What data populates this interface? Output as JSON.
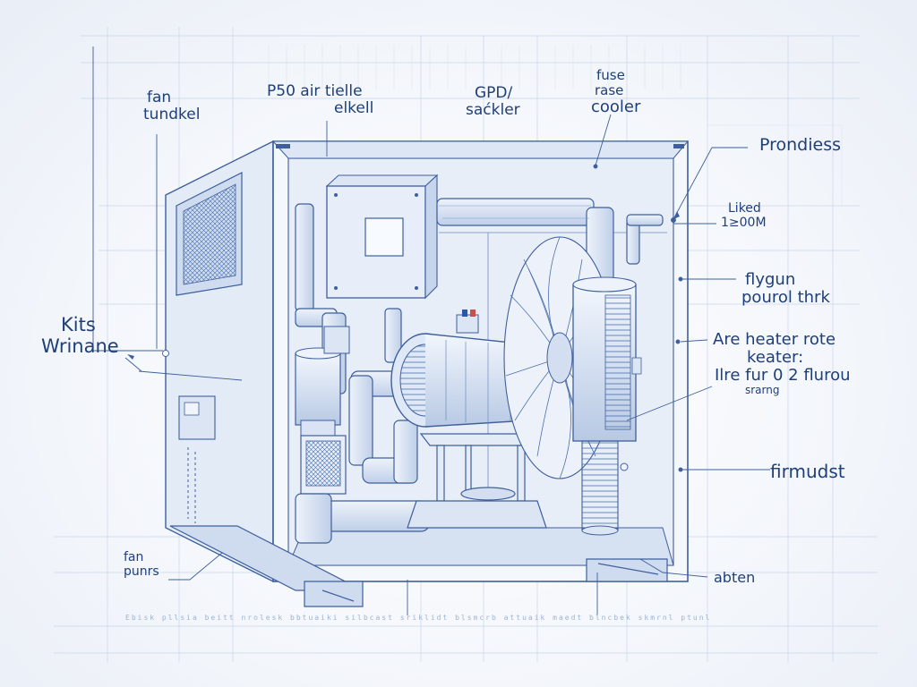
{
  "colors": {
    "ink": "#1f3f78",
    "line": "#4a6fae",
    "fill": "#dfe8f5",
    "fill_dark": "#c3d2ea",
    "grid": "#c9d6ea"
  },
  "labels": {
    "fan_tundkel": [
      "fan",
      "tundkel"
    ],
    "p50_air": [
      "P50 air tielle",
      "elkell"
    ],
    "gpd_sackler": [
      "GPD/",
      "saćkler"
    ],
    "fuse_cooler": [
      "fuse",
      "rase",
      "cooler"
    ],
    "prondiess": [
      "Prondiess"
    ],
    "liked": [
      "Liked",
      "1≥00M"
    ],
    "flygun": [
      "flygun",
      "pourol thrk"
    ],
    "heater": [
      "Are heater rote",
      "keater:",
      "Ilre fur 0 2 flurou",
      "srarng"
    ],
    "kits": [
      "Kits",
      "Wrinane"
    ],
    "firmudst": [
      "firmudst"
    ],
    "fan_punrs": [
      "fan",
      "punrs"
    ],
    "abten": [
      "abten"
    ]
  },
  "footer_text": "Ebisk pllsia beitt nrolesk bbtuaiki silbcast sriklidt blsmcrb attuaik maedt blncbek skmrnl ptunl"
}
